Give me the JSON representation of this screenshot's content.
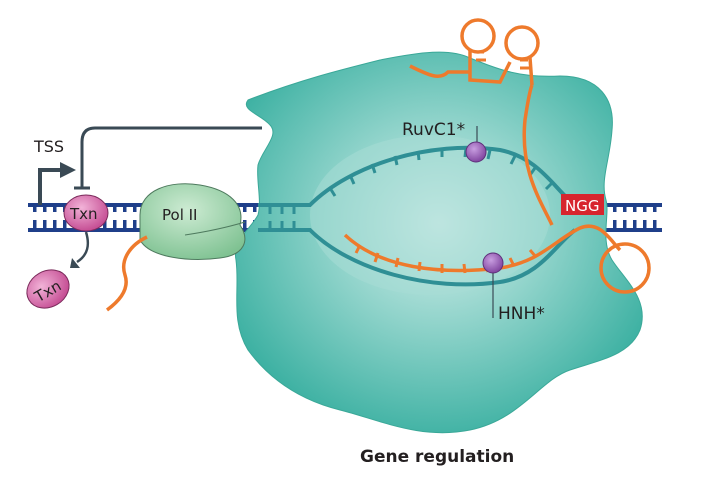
{
  "figure": {
    "caption": "Gene regulation",
    "labels": {
      "tss": "TSS",
      "txn_bound": "Txn",
      "txn_released": "Txn",
      "pol2": "Pol II",
      "ruvc": "RuvC1*",
      "hnh": "HNH*",
      "pam": "NGG"
    },
    "colors": {
      "dna": "#1f3f8a",
      "cas9_body": "#3fb5a6",
      "cas9_light": "#a8ddd6",
      "guide_rna": "#ee7a2c",
      "txn": "#c8559a",
      "pol2": "#8fcfa0",
      "domain_marker": "#8e4fa8",
      "pam_box": "#d7252e",
      "arrow": "#3a4a55"
    }
  }
}
